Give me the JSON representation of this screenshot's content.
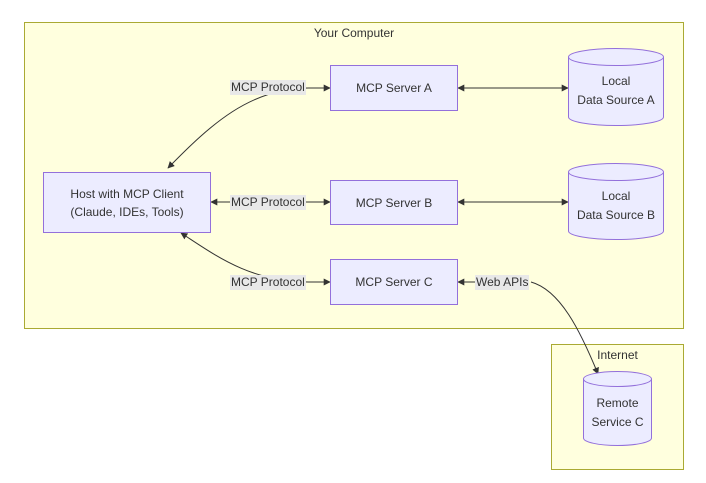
{
  "groups": {
    "computer": {
      "title": "Your Computer"
    },
    "internet": {
      "title": "Internet"
    }
  },
  "nodes": {
    "host": {
      "text": "Host with MCP Client\n(Claude, IDEs, Tools)"
    },
    "server_a": {
      "text": "MCP Server A"
    },
    "server_b": {
      "text": "MCP Server B"
    },
    "server_c": {
      "text": "MCP Server C"
    },
    "data_a": {
      "text": "Local\nData Source A"
    },
    "data_b": {
      "text": "Local\nData Source B"
    },
    "remote_c": {
      "text": "Remote\nService C"
    }
  },
  "edges": {
    "host_a": "MCP Protocol",
    "host_b": "MCP Protocol",
    "host_c": "MCP Protocol",
    "c_remote": "Web APIs"
  },
  "colors": {
    "group_fill": "#ffffde",
    "group_border": "#aaaa33",
    "node_fill": "#ececff",
    "node_border": "#9370db",
    "edge": "#333333",
    "edge_label_bg": "#e8e8e8"
  }
}
